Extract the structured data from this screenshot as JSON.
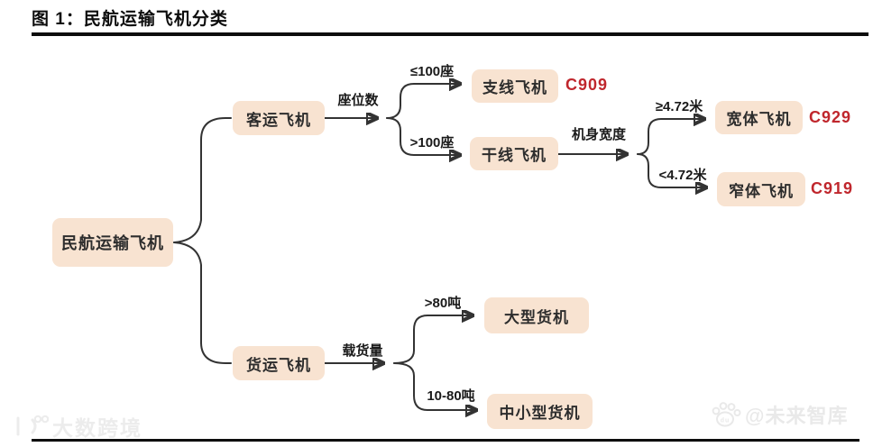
{
  "page": {
    "title": "图 1：民航运输飞机分类"
  },
  "diagram": {
    "root": {
      "label": "民航运输飞机"
    },
    "branches": [
      {
        "node": "客运飞机",
        "criterion": "座位数",
        "children": [
          {
            "condition": "≤100座",
            "node": "支线飞机",
            "model": "C909"
          },
          {
            "condition": ">100座",
            "node": "干线飞机",
            "criterion": "机身宽度",
            "children": [
              {
                "condition": "≥4.72米",
                "node": "宽体飞机",
                "model": "C929"
              },
              {
                "condition": "<4.72米",
                "node": "窄体飞机",
                "model": "C919"
              }
            ]
          }
        ]
      },
      {
        "node": "货运飞机",
        "criterion": "载货量",
        "children": [
          {
            "condition": ">80吨",
            "node": "大型货机"
          },
          {
            "condition": "10-80吨",
            "node": "中小型货机"
          }
        ]
      }
    ]
  },
  "watermarks": {
    "bottom_left": "大数跨境",
    "bottom_right": "@未来智库"
  },
  "colors": {
    "node_fill": "#f8e3d1",
    "line": "#333333",
    "model_red": "#c0272d",
    "title": "#0d0d0d",
    "watermark": "#ececec"
  }
}
